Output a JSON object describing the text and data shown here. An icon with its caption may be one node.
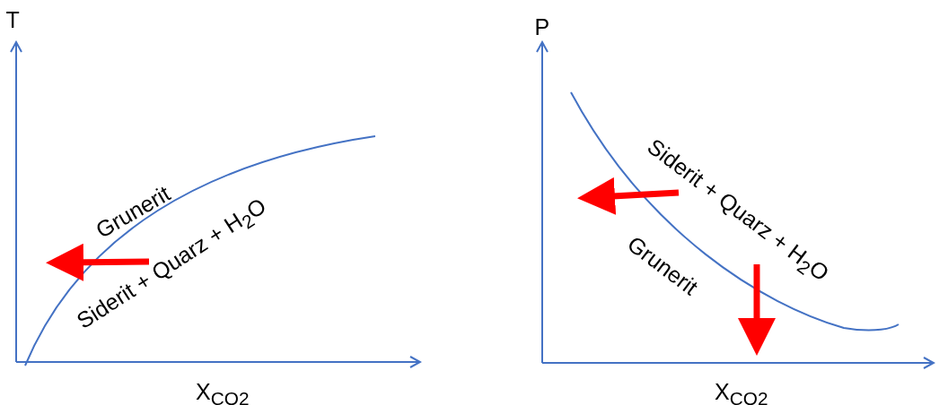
{
  "diagram": {
    "labels": [
      "T",
      "X$_{CO2}$",
      "Grunerit",
      "Siderit + Quarz + H$_{2}$O",
      "P",
      "X$_{CO2}$",
      "Siderit + Quarz + H$_{2}$O",
      "Grunerit"
    ]
  }
}
